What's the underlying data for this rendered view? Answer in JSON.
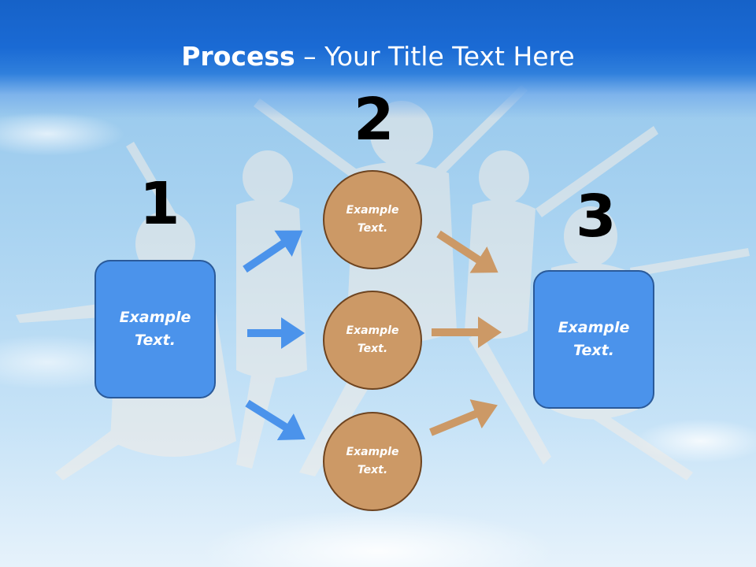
{
  "title": {
    "bold": "Process",
    "rest": " – Your Title Text Here"
  },
  "steps": [
    {
      "number": "1",
      "text": "Example Text."
    },
    {
      "number": "2",
      "text": "Example Text."
    },
    {
      "number": "3",
      "text": "Example Text."
    }
  ],
  "circles": [
    {
      "text": "Example Text."
    },
    {
      "text": "Example Text."
    },
    {
      "text": "Example Text."
    }
  ],
  "colors": {
    "header": "#1a6ad4",
    "box_fill": "#4b93eb",
    "circle_fill": "#cc9966",
    "blue_arrow": "#4b93eb",
    "brown_arrow": "#cc9966"
  }
}
